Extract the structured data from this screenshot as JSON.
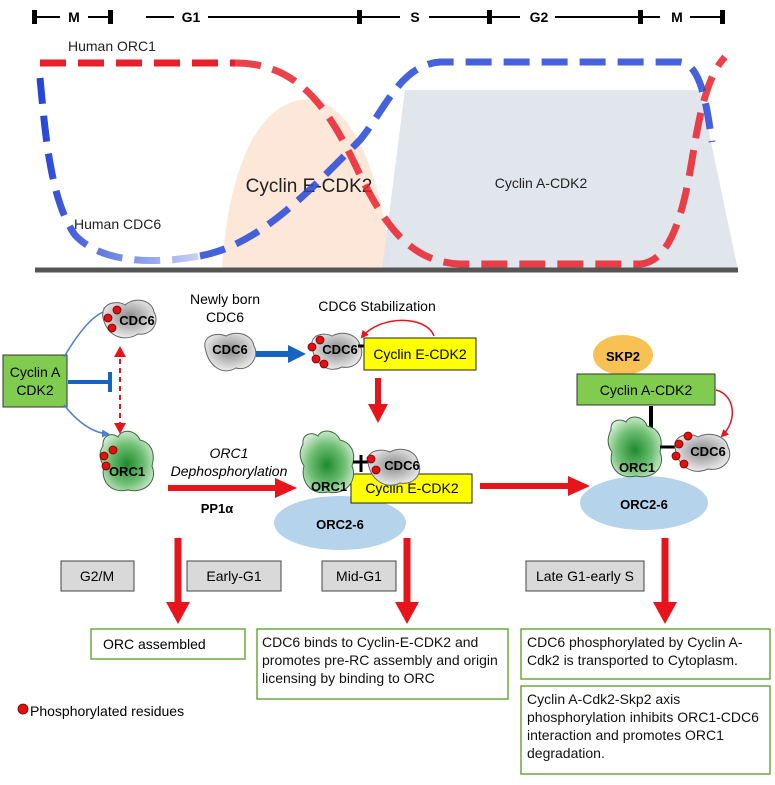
{
  "colors": {
    "orc1_curve": "#e8202a",
    "cdc6_curve": "#2446d6",
    "cyclinE_shape": "#fbe3d2",
    "cyclinA_shape": "#dde3ea",
    "arrow_red": "#e8141c",
    "arrow_blue": "#1565c0",
    "box_yellow": "#ffff00",
    "box_green": "#7fcc4f",
    "skp2_orange": "#f7c154",
    "orc26_blue": "#b5d3ea",
    "phospho_red": "#e21010",
    "phase_gray": "#d9d9d9",
    "result_border": "#6aaa3a"
  },
  "timeline": {
    "phases": [
      "M",
      "G1",
      "S",
      "G2",
      "M"
    ]
  },
  "curves": {
    "orc1_label": "Human ORC1",
    "cdc6_label": "Human CDC6"
  },
  "kinase_regions": {
    "cyclin_e": "Cyclin E-CDK2",
    "cyclin_a": "Cyclin A-CDK2"
  },
  "mechanism": {
    "cdc6": "CDC6",
    "orc1": "ORC1",
    "orc2_6": "ORC2-6",
    "cyclin_a_cdk2_line1": "Cyclin A",
    "cyclin_a_cdk2_line2": "CDK2",
    "newly_born_line1": "Newly born",
    "newly_born_line2": "CDC6",
    "cdc6_stabilization": "CDC6 Stabilization",
    "cyclin_e_cdk2": "Cyclin E-CDK2",
    "orc1_dephos_line1": "ORC1",
    "orc1_dephos_line2": "Dephosphorylation",
    "pp1a": "PP1α",
    "skp2": "SKP2",
    "cyclin_a_cdk2": "Cyclin A-CDK2"
  },
  "phase_labels": {
    "g2m": "G2/M",
    "early_g1": "Early-G1",
    "mid_g1": "Mid-G1",
    "late_g1_early_s": "Late G1-early S"
  },
  "results": {
    "orc_assembled": "ORC assembled",
    "cdc6_binds": "CDC6 binds to Cyclin-E-CDK2 and promotes pre-RC assembly and origin licensing by binding to ORC",
    "cdc6_phosphorylated": "CDC6 phosphorylated by Cyclin A-Cdk2 is transported to Cytoplasm.",
    "skp2_axis": "Cyclin A-Cdk2-Skp2 axis phosphorylation inhibits ORC1-CDC6 interaction and promotes ORC1 degradation."
  },
  "legend": {
    "phospho_label": "Phosphorylated residues"
  }
}
